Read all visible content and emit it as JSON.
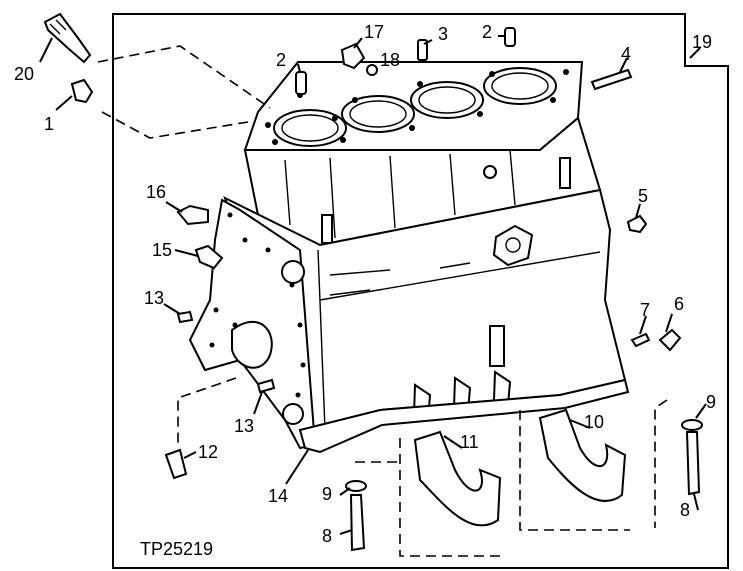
{
  "figure": {
    "id_label": "TP25219",
    "callouts": [
      {
        "key": "c20",
        "text": "20"
      },
      {
        "key": "c1",
        "text": "1"
      },
      {
        "key": "c2a",
        "text": "2"
      },
      {
        "key": "c17",
        "text": "17"
      },
      {
        "key": "c18",
        "text": "18"
      },
      {
        "key": "c3",
        "text": "3"
      },
      {
        "key": "c2b",
        "text": "2"
      },
      {
        "key": "c19",
        "text": "19"
      },
      {
        "key": "c4",
        "text": "4"
      },
      {
        "key": "c16",
        "text": "16"
      },
      {
        "key": "c5",
        "text": "5"
      },
      {
        "key": "c15",
        "text": "15"
      },
      {
        "key": "c13a",
        "text": "13"
      },
      {
        "key": "c7",
        "text": "7"
      },
      {
        "key": "c6",
        "text": "6"
      },
      {
        "key": "c13b",
        "text": "13"
      },
      {
        "key": "c9a",
        "text": "9"
      },
      {
        "key": "c12",
        "text": "12"
      },
      {
        "key": "c11",
        "text": "11"
      },
      {
        "key": "c10",
        "text": "10"
      },
      {
        "key": "c14",
        "text": "14"
      },
      {
        "key": "c9b",
        "text": "9"
      },
      {
        "key": "c8a",
        "text": "8"
      },
      {
        "key": "c8b",
        "text": "8"
      }
    ]
  }
}
